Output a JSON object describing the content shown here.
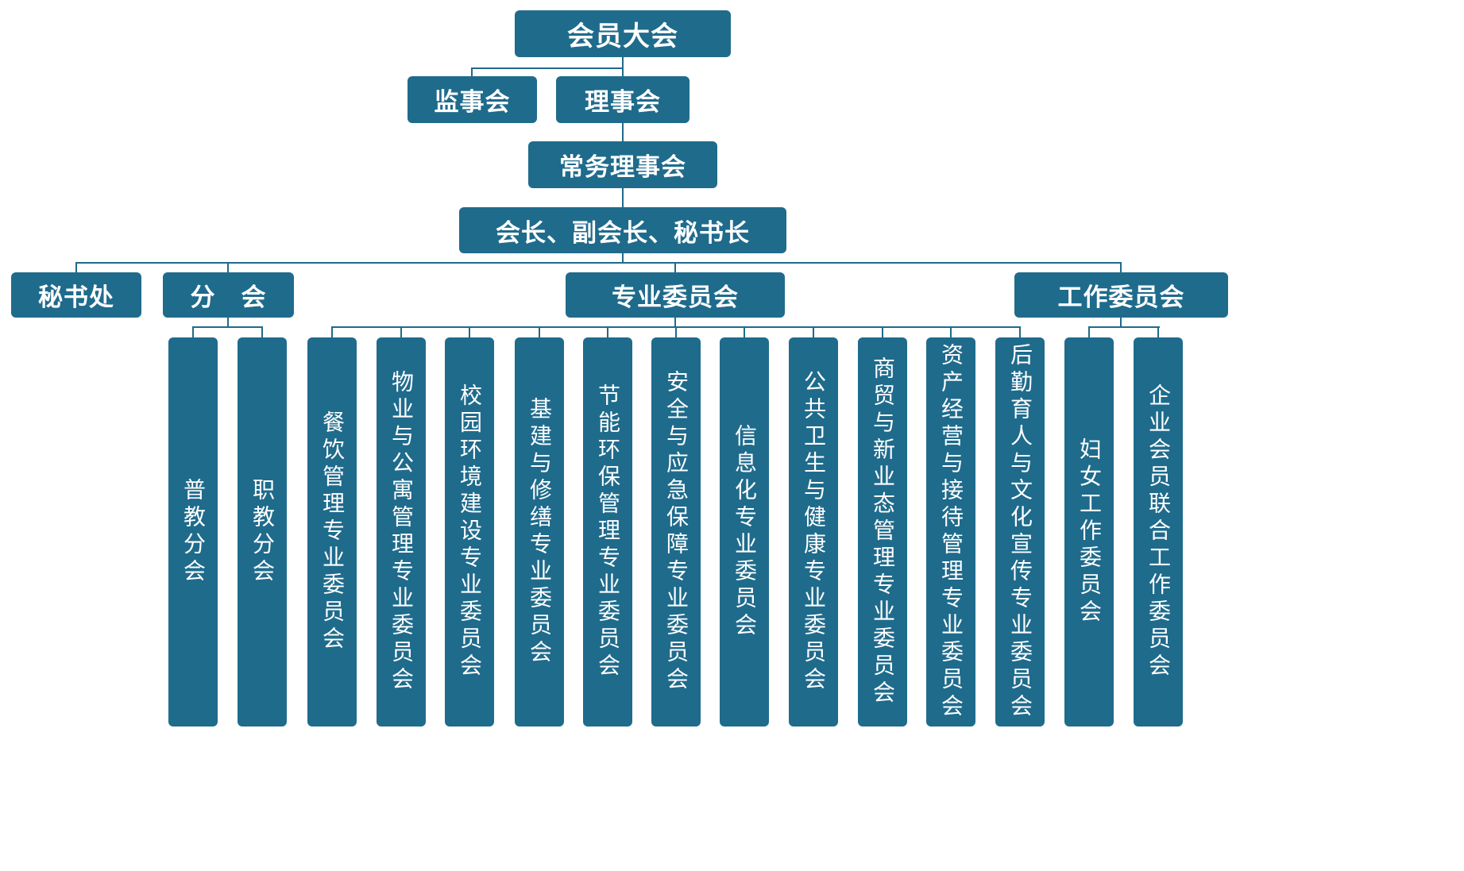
{
  "colors": {
    "box": "#1f6b8c",
    "line": "#1f6b8c",
    "text": "#ffffff",
    "background": "#ffffff"
  },
  "nodes": {
    "general_assembly": "会员大会",
    "supervisory_board": "监事会",
    "council": "理事会",
    "standing_council": "常务理事会",
    "leadership": "会长、副会长、秘书长",
    "secretariat": "秘书处",
    "branches": "分　会",
    "professional_committees": "专业委员会",
    "working_committees": "工作委员会"
  },
  "branch_columns": [
    "普教分会",
    "职教分会"
  ],
  "professional_columns": [
    "餐饮管理专业委员会",
    "物业与公寓管理专业委员会",
    "校园环境建设专业委员会",
    "基建与修缮专业委员会",
    "节能环保管理专业委员会",
    "安全与应急保障专业委员会",
    "信息化专业委员会",
    "公共卫生与健康专业委员会",
    "商贸与新业态管理专业委员会",
    "资产经营与接待管理专业委员会",
    "后勤育人与文化宣传专业委员会"
  ],
  "working_columns": [
    "妇女工作委员会",
    "企业会员联合工作委员会"
  ]
}
